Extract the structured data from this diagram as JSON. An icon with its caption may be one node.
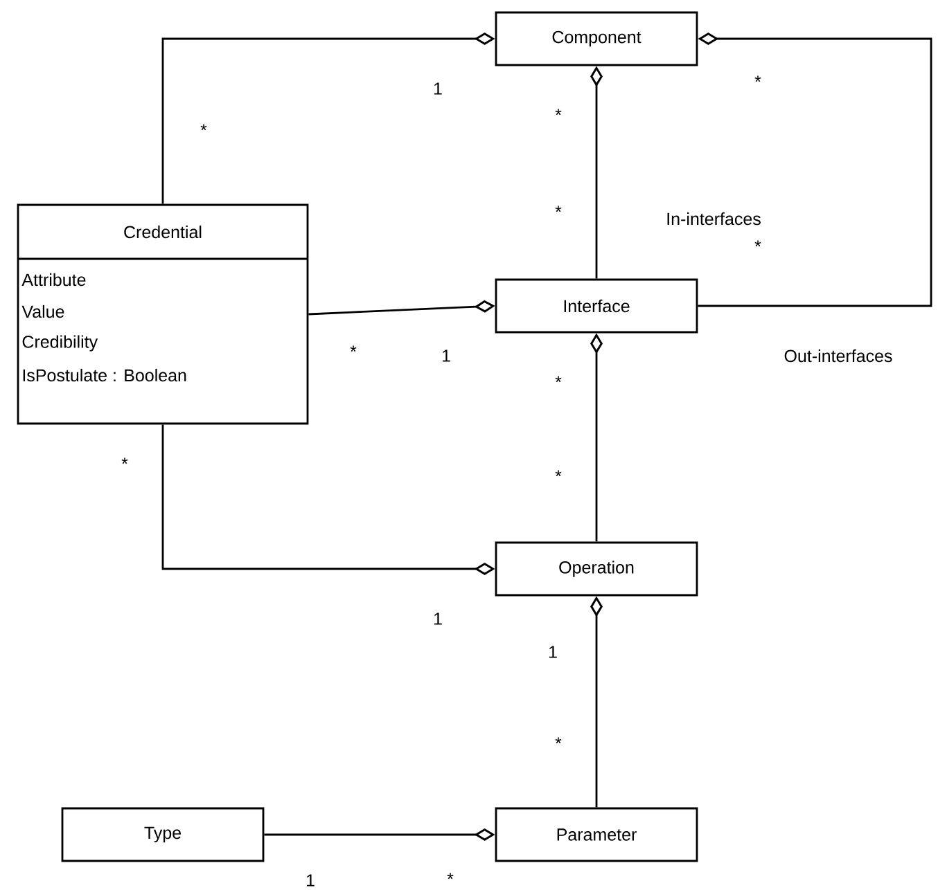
{
  "diagram": {
    "nodes": [
      {
        "text": [
          "Component"
        ]
      },
      {
        "text": [
          "Credential",
          "Attribute",
          "Value",
          "Credibility",
          "IsPostulate : Boolean"
        ]
      },
      {
        "text": [
          "Interface"
        ]
      },
      {
        "text": [
          "Operation"
        ]
      },
      {
        "text": [
          "Type"
        ]
      },
      {
        "text": [
          "Parameter"
        ]
      }
    ],
    "edges": [
      {
        "from": 1,
        "to": 0,
        "arrow": "other"
      },
      {
        "from": 2,
        "to": 0,
        "arrow": "other",
        "label": "In-interfaces"
      },
      {
        "from": 2,
        "to": 0,
        "arrow": "other",
        "label": "Out-interfaces"
      },
      {
        "from": 1,
        "to": 2,
        "arrow": "other"
      },
      {
        "from": 3,
        "to": 2,
        "arrow": "other"
      },
      {
        "from": 1,
        "to": 3,
        "arrow": "other"
      },
      {
        "from": 5,
        "to": 3,
        "arrow": "other"
      },
      {
        "from": 4,
        "to": 5,
        "arrow": "other"
      }
    ],
    "labels": [
      "1",
      "*",
      "*",
      "*",
      "*",
      "*",
      "*",
      "1",
      "*",
      "*",
      "*",
      "1",
      "1",
      "*",
      "1",
      "*"
    ]
  }
}
